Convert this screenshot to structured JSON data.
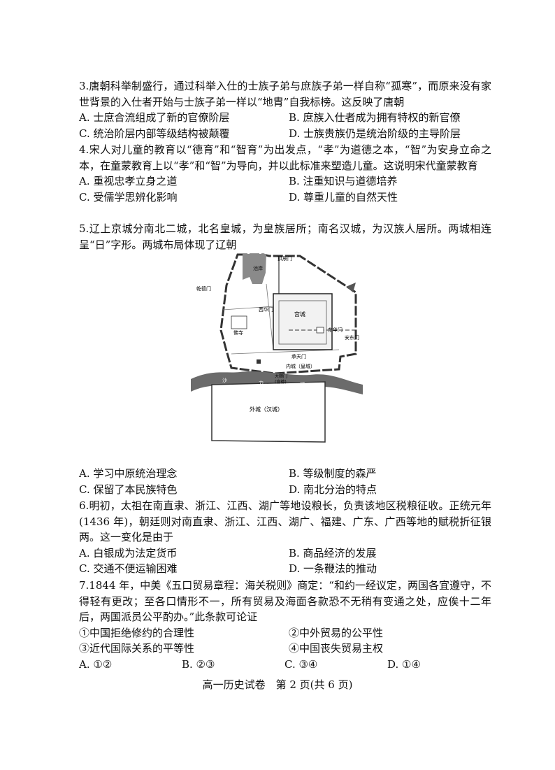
{
  "questions": [
    {
      "stem": "3.唐朝科举制盛行，通过科举入仕的士族子弟与庶族子弟一样自称“孤寒”，而原来没有家世背景的入仕者开始与士族子弟一样以“地胄”自我标榜。这反映了唐朝",
      "options": [
        "A. 士庶合流组成了新的官僚阶层",
        "B. 庶族入仕者成为拥有特权的新官僚",
        "C. 统治阶层内部等级结构被颠覆",
        "D. 士族贵族仍是统治阶级的主导阶层"
      ]
    },
    {
      "stem": "4.宋人对儿童的教育以“德育”和“智育”为出发点，“孝”为道德之本，“智”为安身立命之本，在童蒙教育上以“孝”和“智”为导向，并以此标准来塑造儿童。这说明宋代童蒙教育",
      "options": [
        "A. 重视忠孝立身之道",
        "B. 注重知识与道德培养",
        "C. 受儒学思辨化影响",
        "D. 尊重儿童的自然天性"
      ]
    },
    {
      "stem": "5.辽上京城分南北二城，北名皇城，为皇族居所；南名汉城，为汉族人居所。两城相连呈“日”字形。两城布局体现了辽朝",
      "options": [
        "A. 学习中原统治理念",
        "B. 等级制度的森严",
        "C. 保留了本民族特色",
        "D. 南北分治的特点"
      ]
    },
    {
      "stem": "6.明初，太祖在南直隶、浙江、江西、湖广等地设粮长，负责该地区税粮征收。正统元年(1436 年)，朝廷则对南直隶、浙江、江西、湖广、福建、广东、广西等地的赋税折征银两。这一变化是由于",
      "options": [
        "A. 白银成为法定货币",
        "B. 商品经济的发展",
        "C. 交通不便运输困难",
        "D. 一条鞭法的推动"
      ]
    },
    {
      "stem": "7.1844 年，中美《五口贸易章程：海关税则》商定：“和约一经议定，两国各宜遵守，不得轻有更改；至各口情形不一，所有贸易及海面各款恐不无稍有变通之处，应俟十二年后，两国派员公平酌办。”此条款可论证",
      "statements": [
        "①中国拒绝修约的合理性",
        "②中外贸易的公平性",
        "③近代国际关系的平等性",
        "④中国丧失贸易主权"
      ],
      "options": [
        "A. ①②",
        "B. ②③",
        "C. ③④",
        "D. ①④"
      ]
    }
  ],
  "map": {
    "labels": {
      "pond": "池岸",
      "north_gate": "拱辰门",
      "west_gate_outer": "乾德门",
      "west_gate_inner": "西华门",
      "palace": "宫城",
      "east_gate_inner": "东华门",
      "east_gate_outer": "安东门",
      "temple": "佛寺",
      "chengtian_gate": "承天门",
      "inner_city": "内城（皇城）",
      "river_1": "沙",
      "river_2": "力",
      "river_3": "河",
      "south_gate": "大顺门",
      "south_gate_sub": "(宣德)",
      "outer_city": "外城（汉城）"
    }
  },
  "footer": "高一历史试卷　第 2 页(共 6 页)"
}
